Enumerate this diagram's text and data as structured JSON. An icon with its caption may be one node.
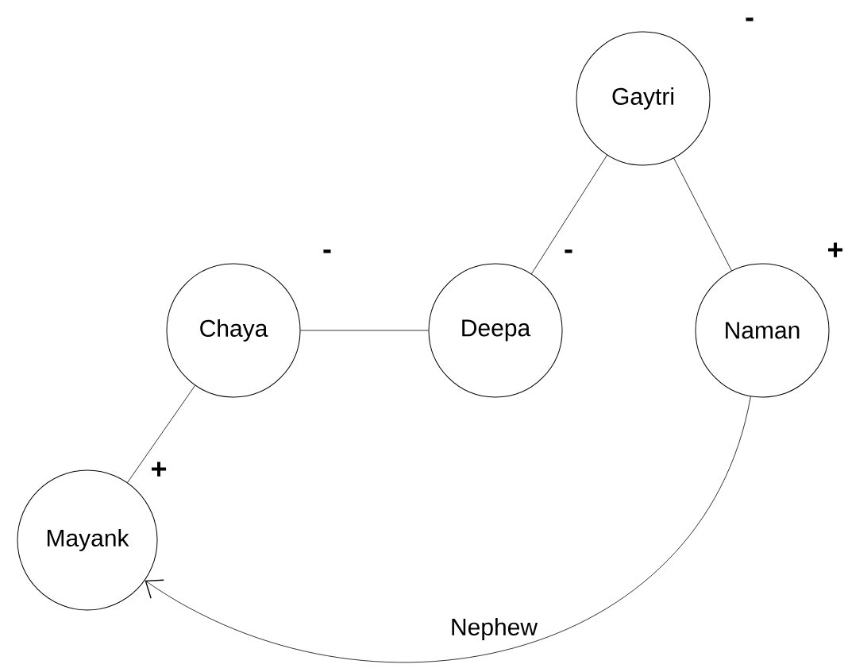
{
  "diagram": {
    "nodes": [
      {
        "text": [
          "Gaytri"
        ],
        "beside": [
          "-"
        ]
      },
      {
        "text": [
          "Chaya"
        ],
        "beside": [
          "-"
        ]
      },
      {
        "text": [
          "Deepa"
        ],
        "beside": [
          "-"
        ]
      },
      {
        "text": [
          "Naman"
        ],
        "beside": [
          "+"
        ]
      },
      {
        "text": [
          "Mayank"
        ],
        "beside": [
          "+"
        ]
      }
    ],
    "edges": [
      {
        "from": 0,
        "to": 2,
        "arrow": "none"
      },
      {
        "from": 0,
        "to": 3,
        "arrow": "none"
      },
      {
        "from": 1,
        "to": 2,
        "arrow": "none"
      },
      {
        "from": 1,
        "to": 4,
        "arrow": "none"
      },
      {
        "from": 3,
        "to": 4,
        "arrow": "to",
        "label": "Nephew"
      }
    ]
  }
}
